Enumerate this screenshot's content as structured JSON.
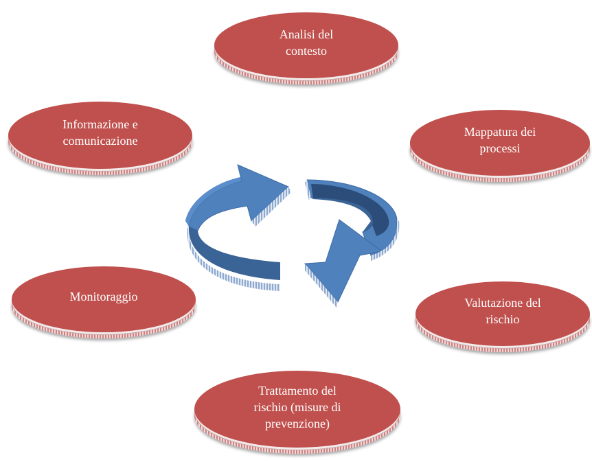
{
  "diagram": {
    "nodes": [
      {
        "id": "analisi",
        "label": "Analisi del contesto",
        "lines": [
          "Analisi del",
          "contesto"
        ]
      },
      {
        "id": "mappatura",
        "label": "Mappatura dei processi",
        "lines": [
          "Mappatura dei",
          "processi"
        ]
      },
      {
        "id": "valutazione",
        "label": "Valutazione del rischio",
        "lines": [
          "Valutazione del",
          "rischio"
        ]
      },
      {
        "id": "trattamento",
        "label": "Trattamento del rischio (misure di prevenzione)",
        "lines": [
          "Trattamento del",
          "rischio (misure di",
          "prevenzione)"
        ]
      },
      {
        "id": "monitoraggio",
        "label": "Monitoraggio",
        "lines": [
          "Monitoraggio"
        ]
      },
      {
        "id": "informazione",
        "label": "Informazione e comunicazione",
        "lines": [
          "Informazione e",
          "comunicazione"
        ]
      }
    ],
    "center_icon": "circular-arrows-icon",
    "colors": {
      "node_fill": "#c0504d",
      "node_text": "#ffffff",
      "arrow_fill": "#4f81bd",
      "arrow_shade": "#3a6396",
      "arrow_dark": "#2c4d79"
    }
  }
}
